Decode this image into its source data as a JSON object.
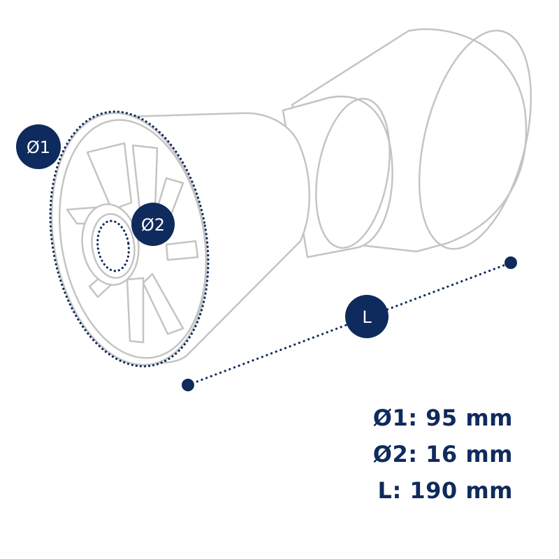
{
  "colors": {
    "accent": "#0f2a5c",
    "outline": "#c4c4c4",
    "background": "#ffffff"
  },
  "diagram": {
    "object": "roller-outline",
    "labels": {
      "d1": "Ø1",
      "d2": "Ø2",
      "length": "L"
    }
  },
  "specs": [
    {
      "text": "Ø1: 95 mm"
    },
    {
      "text": "Ø2: 16 mm"
    },
    {
      "text": "L: 190 mm"
    }
  ]
}
